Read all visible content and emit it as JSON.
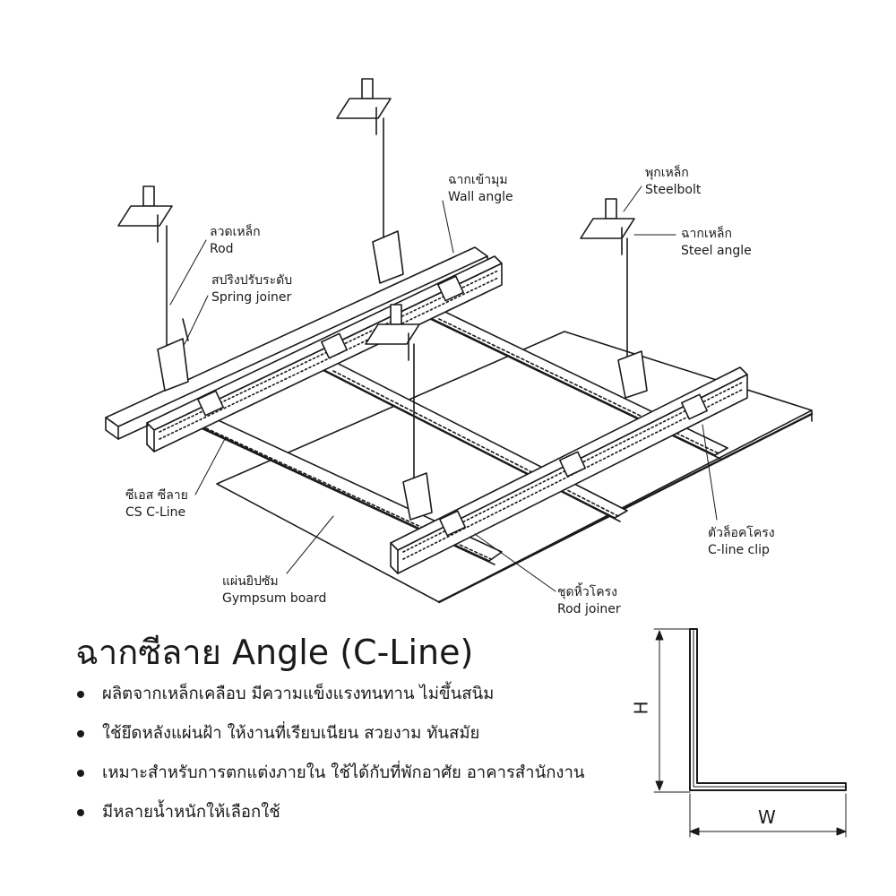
{
  "labels": {
    "rod": {
      "th": "ลวดเหล็ก",
      "en": "Rod"
    },
    "spring_joiner": {
      "th": "สปริงปรับระดับ",
      "en": "Spring joiner"
    },
    "wall_angle": {
      "th": "ฉากเข้ามุม",
      "en": "Wall angle"
    },
    "steelbolt": {
      "th": "พุกเหล็ก",
      "en": "Steelbolt"
    },
    "steel_angle": {
      "th": "ฉากเหล็ก",
      "en": "Steel angle"
    },
    "cs_cline": {
      "th": "ซีเอส ซีลาย",
      "en": "CS C-Line"
    },
    "gypsum_board": {
      "th": "แผ่นยิปซัม",
      "en": "Gympsum board"
    },
    "rod_joiner": {
      "th": "ชุดหิ้วโครง",
      "en": "Rod joiner"
    },
    "cline_clip": {
      "th": "ตัวล็อคโครง",
      "en": "C-line clip"
    }
  },
  "product": {
    "title": "ฉากซีลาย Angle (C-Line)",
    "features": [
      "ผลิตจากเหล็กเคลือบ มีความแข็งแรงทนทาน ไม่ขึ้นสนิม",
      "ใช้ยึดหลังแผ่นฝ้า ให้งานที่เรียบเนียน สวยงาม ทันสมัย",
      "เหมาะสำหรับการตกแต่งภายใน ใช้ได้กับที่พักอาศัย อาคารสำนักงาน",
      "มีหลายน้ำหนักให้เลือกใช้"
    ]
  },
  "dimensions": {
    "height_label": "H",
    "width_label": "W"
  }
}
